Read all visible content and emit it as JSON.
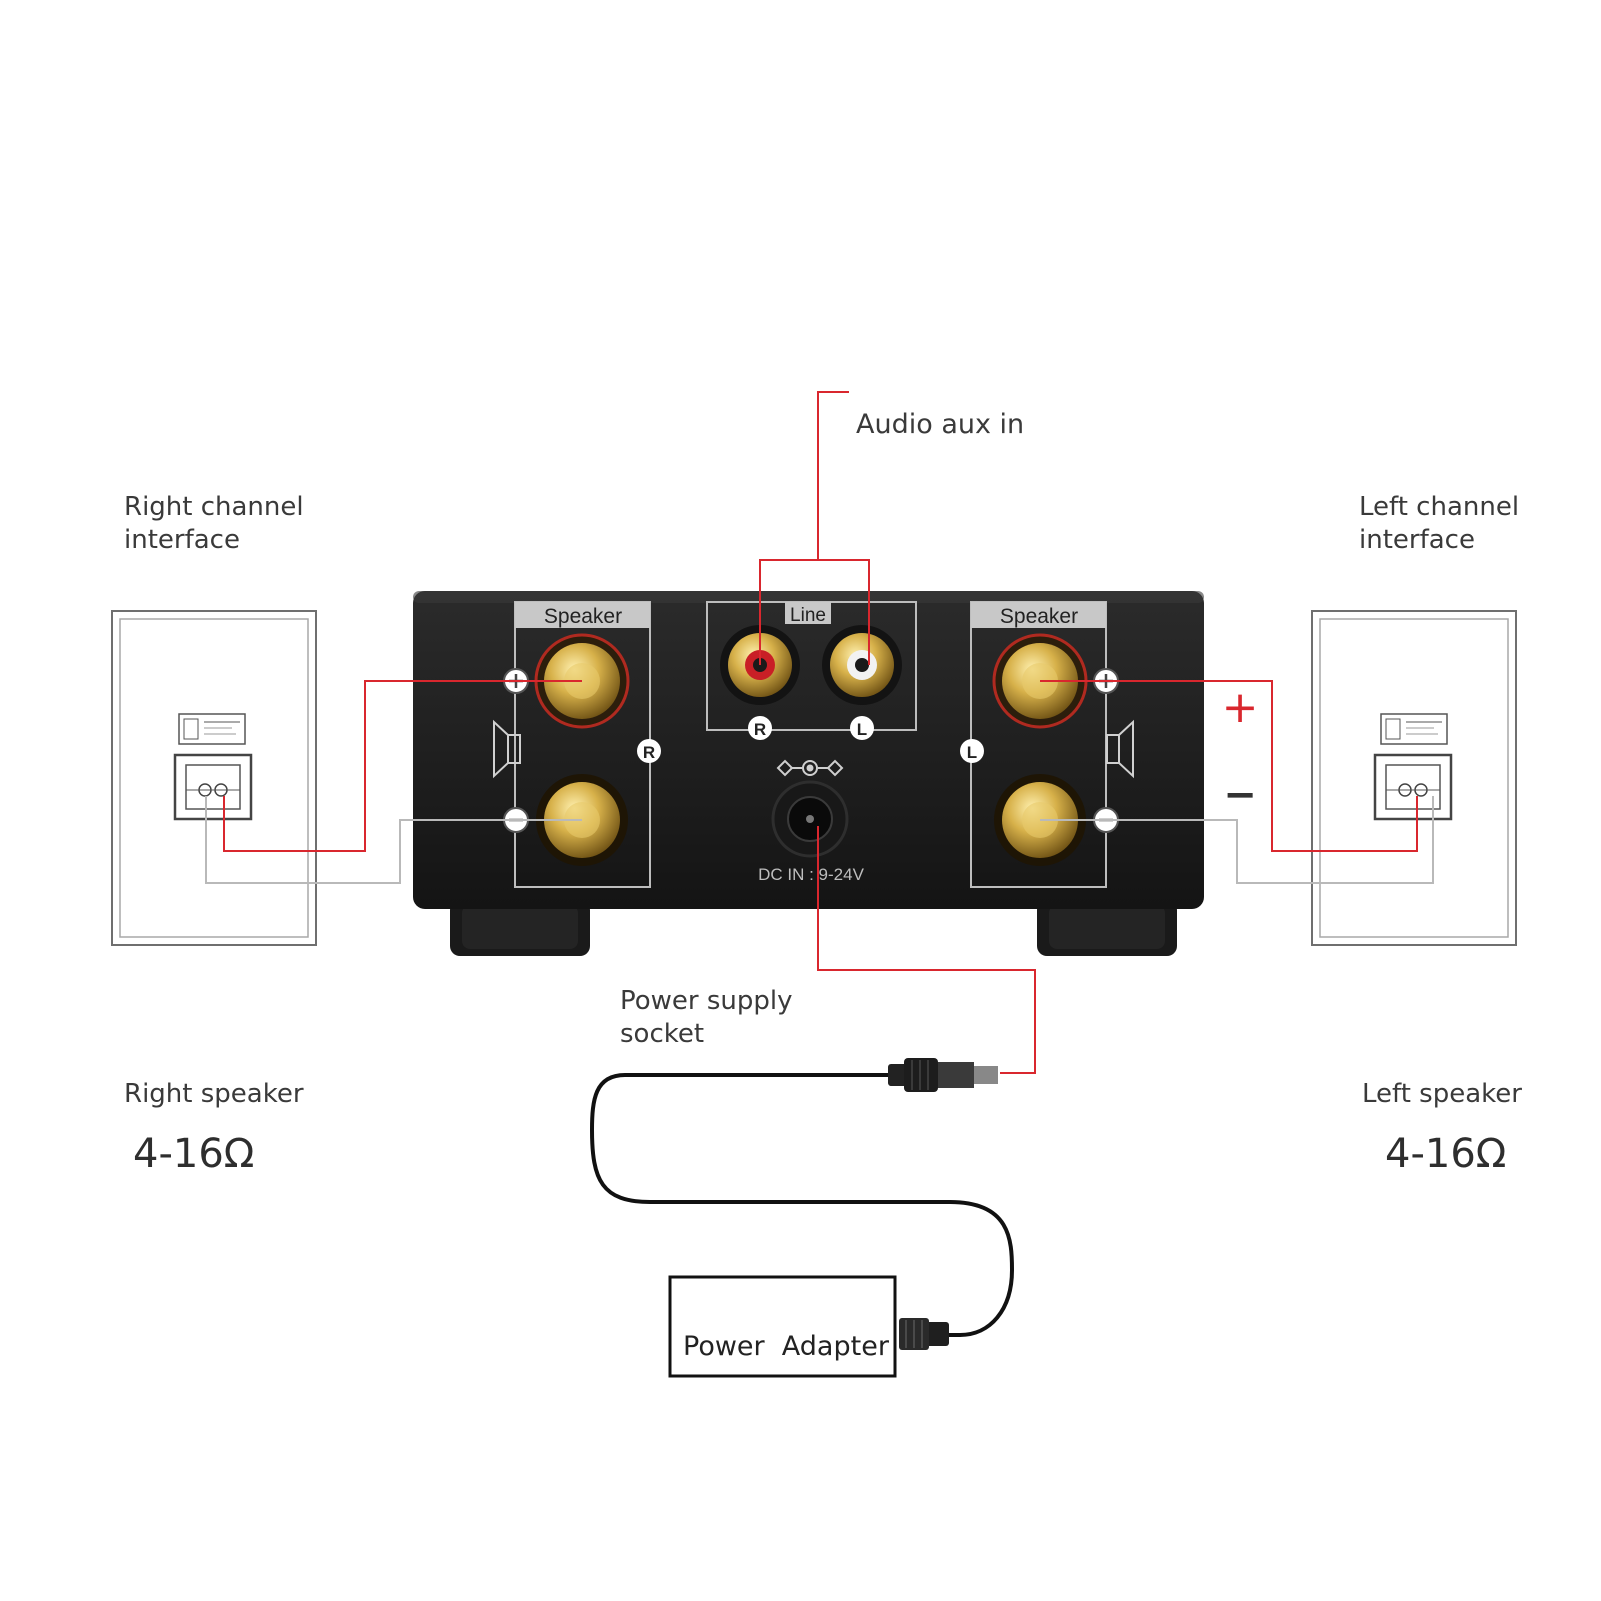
{
  "labels": {
    "audio_aux_in": "Audio aux in",
    "right_channel_interface_line1": "Right channel",
    "right_channel_interface_line2": "interface",
    "left_channel_interface_line1": "Left channel",
    "left_channel_interface_line2": "interface",
    "power_supply_socket_line1": "Power supply",
    "power_supply_socket_line2": "socket",
    "right_speaker": "Right speaker",
    "right_speaker_impedance": "4-16Ω",
    "left_speaker": "Left speaker",
    "left_speaker_impedance": "4-16Ω",
    "power_adapter": "Power  Adapter"
  },
  "amplifier": {
    "speaker_left_block_title": "Speaker",
    "speaker_right_block_title": "Speaker",
    "line_block_title": "Line",
    "rca_r_label": "R",
    "rca_l_label": "L",
    "channel_r_badge": "R",
    "channel_l_badge": "L",
    "dc_in_label": "DC IN : 9-24V"
  },
  "polarity": {
    "plus": "+",
    "minus": "−"
  },
  "colors": {
    "wire_red": "#d9272e",
    "wire_gray": "#b9b9b9",
    "amp_body": "#202020",
    "gold": "#c9a23c",
    "label_text": "#3a3a3a"
  }
}
